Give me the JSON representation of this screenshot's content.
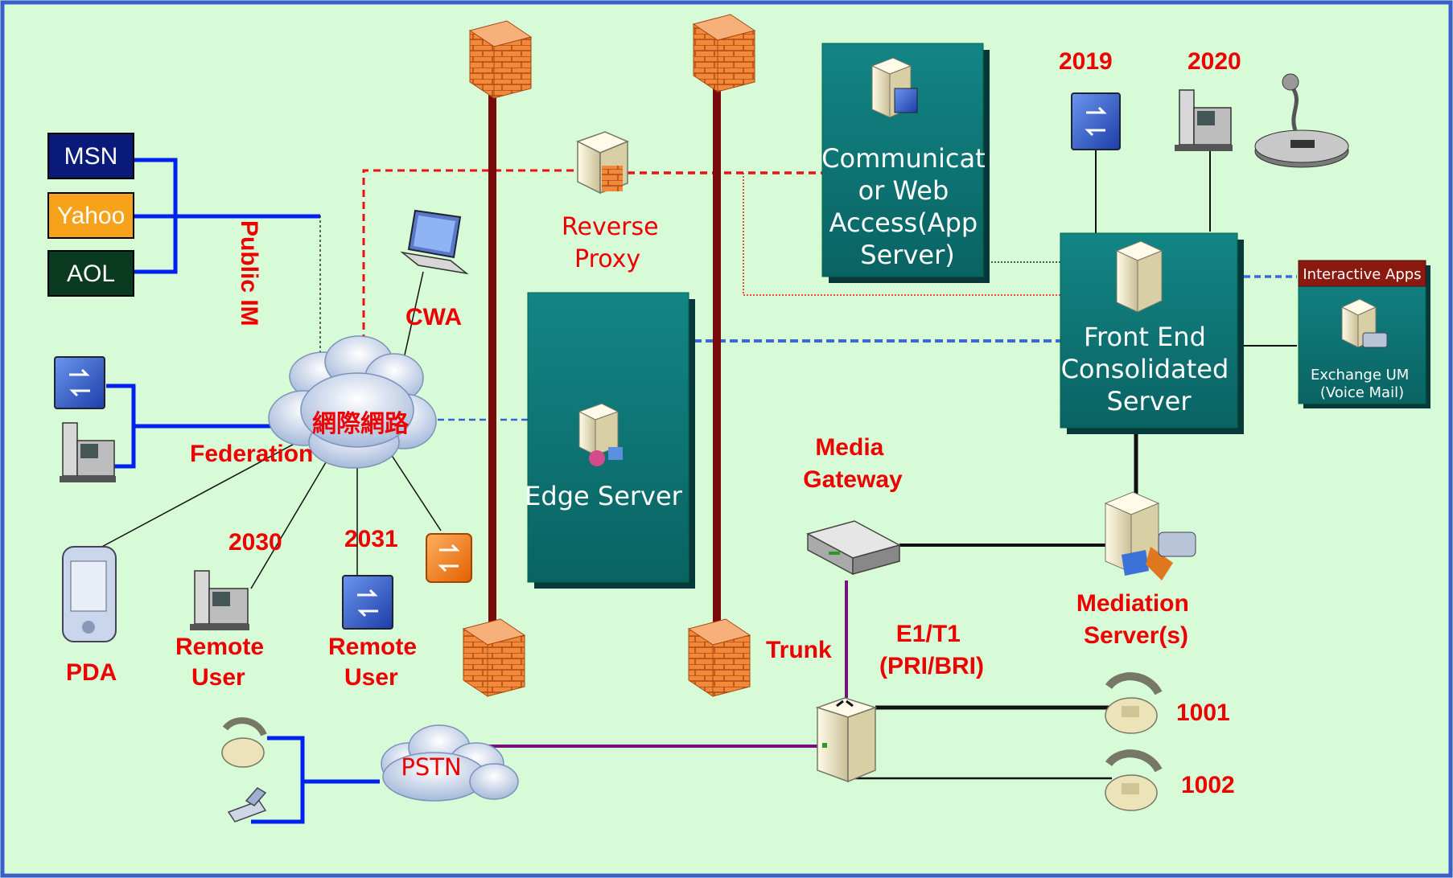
{
  "colors": {
    "background": "#d6fbd6",
    "frame": "#3a5fcd",
    "server_box": "#0e7575",
    "server_box_shadow": "#08393a",
    "label_red": "#ee0000",
    "link_blue": "#0022ee",
    "link_red_dash": "#ee1111",
    "link_purple": "#7a1080",
    "firewall_post": "#7a0b0b",
    "msn_bg": "#0a1a78",
    "yahoo_bg": "#f6a21a",
    "aol_bg": "#0a3a20",
    "interactive_header": "#8a1a10",
    "exchange_box": "#0e7575"
  },
  "im_services": {
    "msn": "MSN",
    "yahoo": "Yahoo",
    "aol": "AOL"
  },
  "labels": {
    "public_im": "Public IM",
    "cwa": "CWA",
    "internet": "網際網路",
    "federation": "Federation",
    "reverse_proxy": "Reverse\nProxy",
    "pda": "PDA",
    "remote_user_1": "Remote\nUser",
    "remote_user_2": "Remote\nUser",
    "ext_2030": "2030",
    "ext_2031": "2031",
    "ext_2019": "2019",
    "ext_2020": "2020",
    "media_gateway": "Media\nGateway",
    "trunk": "Trunk",
    "e1t1": "E1/T1\n(PRI/BRI)",
    "mediation": "Mediation\nServer(s)",
    "ext_1001": "1001",
    "ext_1002": "1002",
    "pstn": "PSTN"
  },
  "servers": {
    "cwa_server": "Communicat\nor Web\nAccess(App\nServer)",
    "edge": "Edge Server",
    "front_end": "Front End\nConsolidated\nServer",
    "interactive_header": "Interactive Apps",
    "exchange": "Exchange UM\n(Voice Mail)"
  },
  "icons": [
    "firewall-icon",
    "server-icon",
    "laptop-icon",
    "cloud-icon",
    "communicator-icon",
    "ip-phone-icon",
    "pda-icon",
    "conference-phone-icon",
    "media-gateway-icon",
    "pbx-switch-icon",
    "analog-phone-icon",
    "mobile-phone-icon"
  ]
}
